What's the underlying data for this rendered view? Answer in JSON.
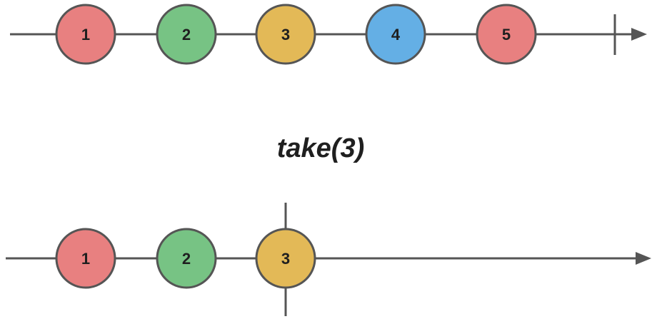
{
  "operator": "take(3)",
  "colors": {
    "line": "#555555",
    "marble_stroke": "#555555",
    "red": "#e88080",
    "green": "#77c384",
    "yellow": "#e3b957",
    "blue": "#64afe5"
  },
  "input_stream": {
    "marbles": [
      {
        "value": "1",
        "color": "red"
      },
      {
        "value": "2",
        "color": "green"
      },
      {
        "value": "3",
        "color": "yellow"
      },
      {
        "value": "4",
        "color": "blue"
      },
      {
        "value": "5",
        "color": "red"
      }
    ],
    "completes": true
  },
  "output_stream": {
    "marbles": [
      {
        "value": "1",
        "color": "red"
      },
      {
        "value": "2",
        "color": "green"
      },
      {
        "value": "3",
        "color": "yellow"
      }
    ],
    "completes_with_last": true
  }
}
